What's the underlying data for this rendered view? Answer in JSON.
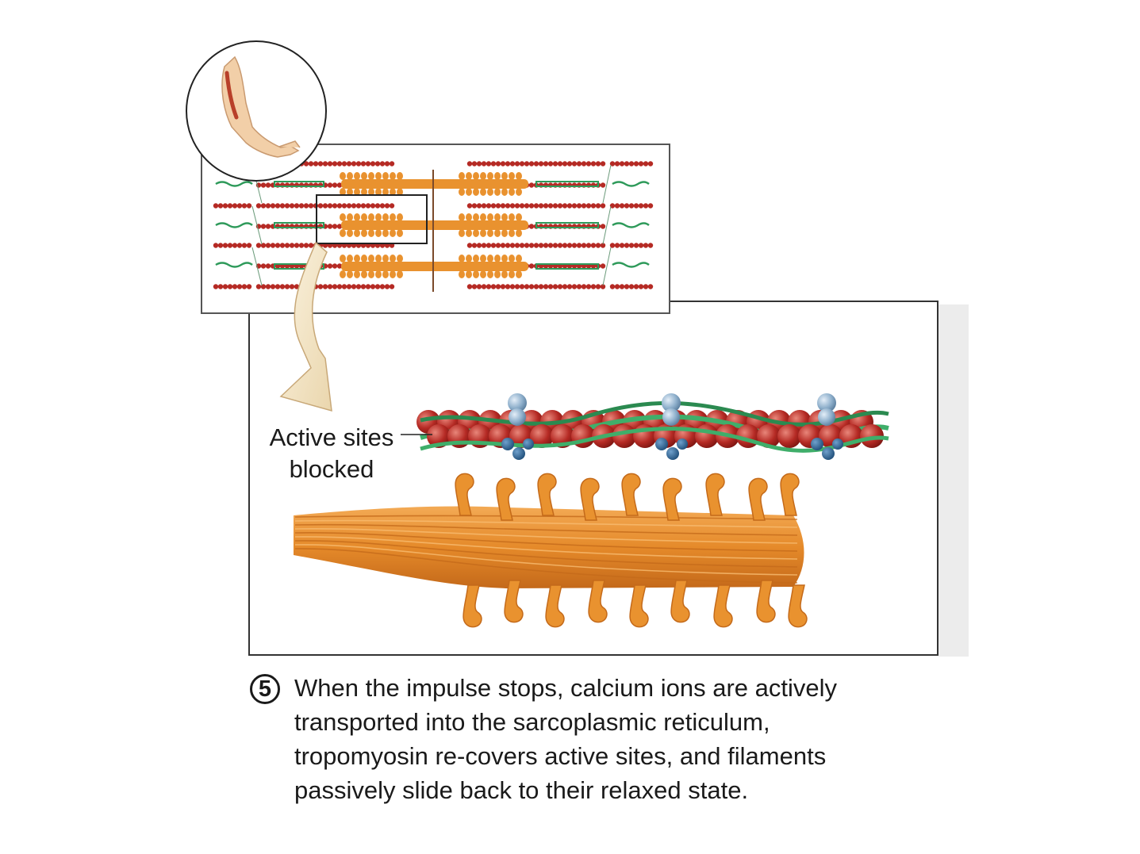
{
  "labels": {
    "active_sites_line1": "Active sites",
    "active_sites_line2": "blocked"
  },
  "step": {
    "number": "5",
    "caption_lines": [
      "When the impulse stops, calcium ions are actively",
      "transported into the sarcoplasmic reticulum,",
      "tropomyosin re-covers active sites, and filaments",
      "passively slide back to their relaxed state."
    ]
  },
  "colors": {
    "actin": "#b52a24",
    "actin_highlight": "#d85a4a",
    "tropomyosin": "#2e9a5a",
    "troponin": "#7fa4c4",
    "troponin_dark": "#2f6f9f",
    "myosin": "#e9922f",
    "myosin_dark": "#c46a1a",
    "arrow": "#f4e6c8",
    "frame": "#333333"
  }
}
